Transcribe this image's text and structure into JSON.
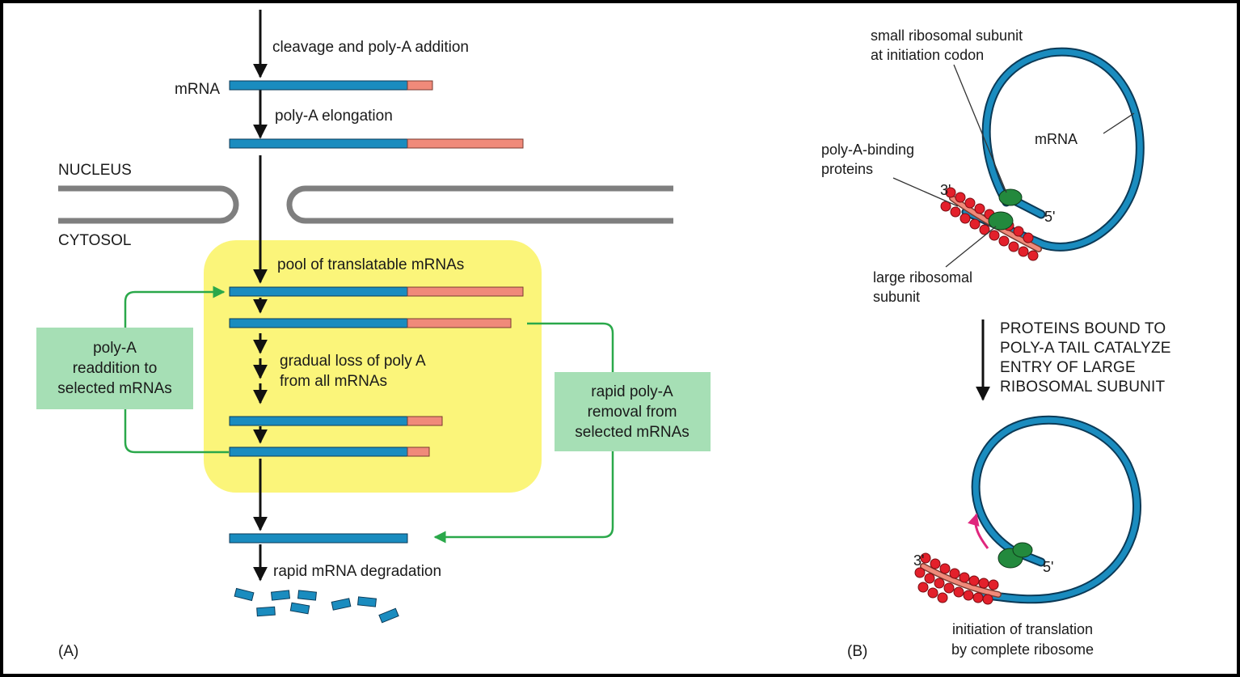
{
  "panel_a": {
    "label": "(A)",
    "cleavage": "cleavage and poly-A addition",
    "mrna": "mRNA",
    "elongation": "poly-A elongation",
    "nucleus": "NUCLEUS",
    "cytosol": "CYTOSOL",
    "pool": "pool of translatable mRNAs",
    "loss_line1": "gradual loss of poly A",
    "loss_line2": "from all mRNAs",
    "readd_line1": "poly-A",
    "readd_line2": "readdition to",
    "readd_line3": "selected mRNAs",
    "removal_line1": "rapid poly-A",
    "removal_line2": "removal from",
    "removal_line3": "selected mRNAs",
    "degradation": "rapid mRNA degradation"
  },
  "panel_b": {
    "label": "(B)",
    "small_sub_line1": "small ribosomal subunit",
    "small_sub_line2": "at initiation codon",
    "mrna": "mRNA",
    "pabp_line1": "poly-A-binding",
    "pabp_line2": "proteins",
    "three_prime": "3'",
    "five_prime": "5'",
    "large_sub_line1": "large ribosomal",
    "large_sub_line2": "subunit",
    "step_line1": "PROTEINS BOUND TO",
    "step_line2": "POLY-A TAIL CATALYZE",
    "step_line3": "ENTRY OF LARGE",
    "step_line4": "RIBOSOMAL SUBUNIT",
    "init_line1": "initiation of translation",
    "init_line2": "by complete ribosome"
  },
  "colors": {
    "mrna_blue": "#1a8cbf",
    "polya_salmon": "#f08a7a",
    "pool_yellow": "#fbf57a",
    "box_green": "#a6dfb5",
    "arrow_green": "#2aa84a",
    "ribosome_green": "#23893d",
    "pabp_red": "#e3202b",
    "membrane_gray": "#7f7f7f",
    "move_arrow_magenta": "#e0267d"
  }
}
